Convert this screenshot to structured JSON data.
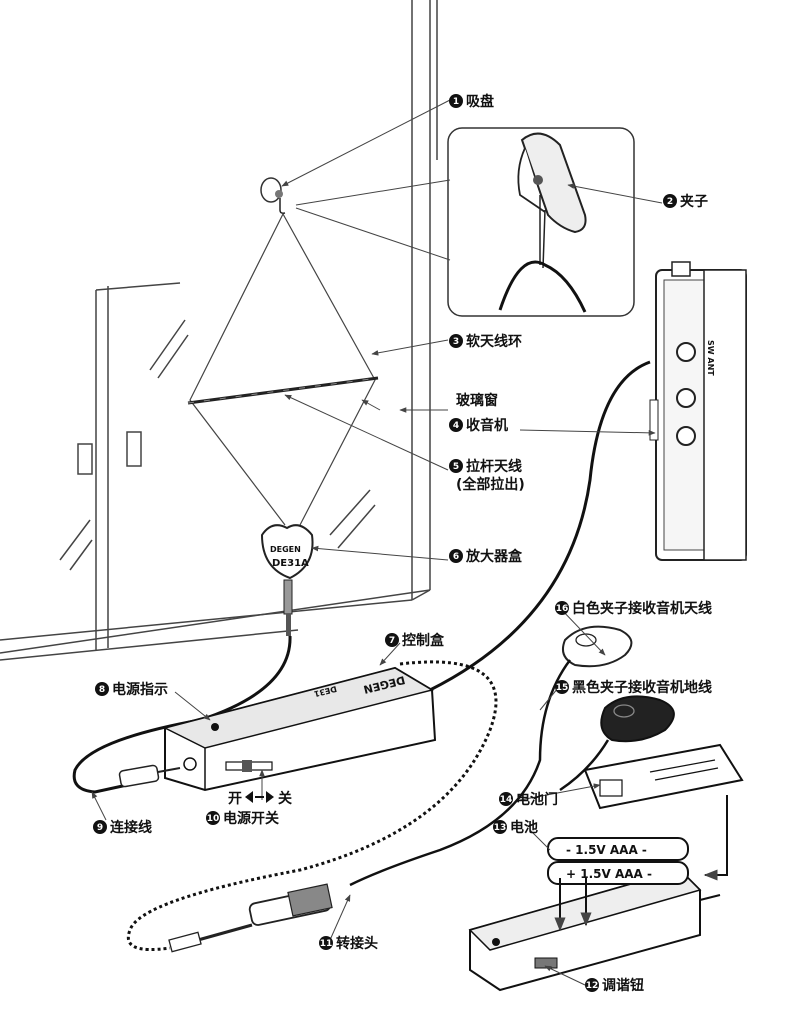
{
  "labels": {
    "suction_cup": {
      "num": "1",
      "text": "吸盘"
    },
    "clip": {
      "num": "2",
      "text": "夹子"
    },
    "soft_antenna_loop": {
      "num": "3",
      "text": "软天线环"
    },
    "glass_window": {
      "text": "玻璃窗"
    },
    "radio": {
      "num": "4",
      "text": "收音机"
    },
    "telescopic_antenna": {
      "num": "5",
      "text": "拉杆天线",
      "sub": "(全部拉出)"
    },
    "amplifier_box": {
      "num": "6",
      "text": "放大器盒"
    },
    "control_box": {
      "num": "7",
      "text": "控制盒"
    },
    "power_indicator": {
      "num": "8",
      "text": "电源指示"
    },
    "connecting_cable": {
      "num": "9",
      "text": "连接线"
    },
    "power_switch": {
      "num": "10",
      "text": "电源开关",
      "on": "开",
      "off": "关"
    },
    "adapter": {
      "num": "11",
      "text": "转接头"
    },
    "tuning_knob": {
      "num": "12",
      "text": "调谐钮"
    },
    "battery": {
      "num": "13",
      "text": "电池"
    },
    "battery_door": {
      "num": "14",
      "text": "电池门"
    },
    "black_clip": {
      "num": "15",
      "text": "黑色夹子接收音机地线"
    },
    "white_clip": {
      "num": "16",
      "text": "白色夹子接收音机天线"
    }
  },
  "device_text": {
    "amp_brand": "DEGEN",
    "amp_model": "DE31A",
    "radio_jack": "SW ANT",
    "control_brand": "DEGEN",
    "control_model": "DE31",
    "battery_1": "- 1.5V AAA -",
    "battery_2": "+ 1.5V AAA -"
  },
  "colors": {
    "ink": "#111111",
    "line": "#555555"
  }
}
